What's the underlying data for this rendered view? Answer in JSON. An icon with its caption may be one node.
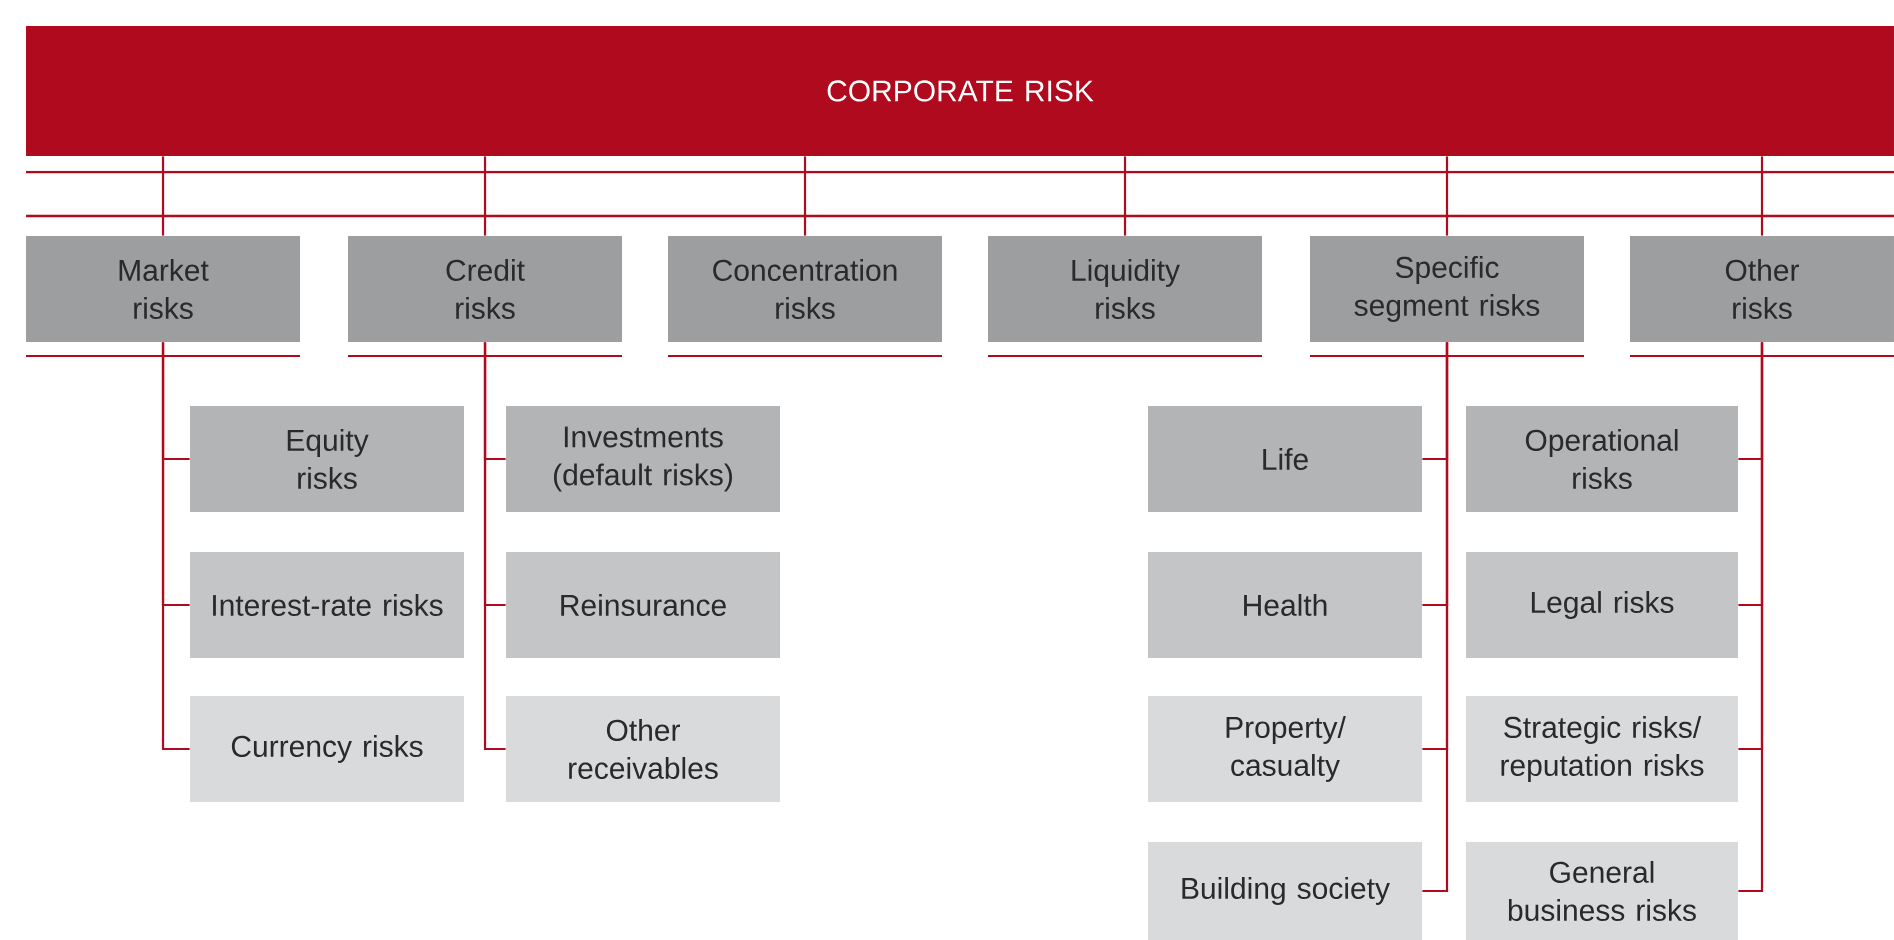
{
  "diagram": {
    "nodes": [
      {
        "text": [
          "CORPORATE RISK"
        ]
      },
      {
        "text": [
          "Market risks"
        ]
      },
      {
        "text": [
          "Credit risks"
        ]
      },
      {
        "text": [
          "Concentration risks"
        ]
      },
      {
        "text": [
          "Liquidity risks"
        ]
      },
      {
        "text": [
          "Specific segment risks"
        ]
      },
      {
        "text": [
          "Other risks"
        ]
      },
      {
        "text": [
          "Equity risks"
        ]
      },
      {
        "text": [
          "Interest-rate risks"
        ]
      },
      {
        "text": [
          "Currency risks"
        ]
      },
      {
        "text": [
          "Investments (default risks)"
        ]
      },
      {
        "text": [
          "Reinsurance"
        ]
      },
      {
        "text": [
          "Other receivables"
        ]
      },
      {
        "text": [
          "Life"
        ]
      },
      {
        "text": [
          "Health"
        ]
      },
      {
        "text": [
          "Property/ casualty"
        ]
      },
      {
        "text": [
          "Building society"
        ]
      },
      {
        "text": [
          "Operational risks"
        ]
      },
      {
        "text": [
          "Legal risks"
        ]
      },
      {
        "text": [
          "Strategic risks/ reputation risks"
        ]
      },
      {
        "text": [
          "General business risks"
        ]
      }
    ],
    "edges": [
      {
        "from": 0,
        "to": 1,
        "arrow": "none"
      },
      {
        "from": 0,
        "to": 2,
        "arrow": "none"
      },
      {
        "from": 0,
        "to": 3,
        "arrow": "none"
      },
      {
        "from": 0,
        "to": 4,
        "arrow": "none"
      },
      {
        "from": 0,
        "to": 5,
        "arrow": "none"
      },
      {
        "from": 0,
        "to": 6,
        "arrow": "none"
      },
      {
        "from": 1,
        "to": 7,
        "arrow": "none"
      },
      {
        "from": 1,
        "to": 8,
        "arrow": "none"
      },
      {
        "from": 1,
        "to": 9,
        "arrow": "none"
      },
      {
        "from": 2,
        "to": 10,
        "arrow": "none"
      },
      {
        "from": 2,
        "to": 11,
        "arrow": "none"
      },
      {
        "from": 2,
        "to": 12,
        "arrow": "none"
      },
      {
        "from": 5,
        "to": 13,
        "arrow": "none"
      },
      {
        "from": 5,
        "to": 14,
        "arrow": "none"
      },
      {
        "from": 5,
        "to": 15,
        "arrow": "none"
      },
      {
        "from": 5,
        "to": 16,
        "arrow": "none"
      },
      {
        "from": 6,
        "to": 17,
        "arrow": "none"
      },
      {
        "from": 6,
        "to": 18,
        "arrow": "none"
      },
      {
        "from": 6,
        "to": 19,
        "arrow": "none"
      },
      {
        "from": 6,
        "to": 20,
        "arrow": "none"
      }
    ]
  }
}
